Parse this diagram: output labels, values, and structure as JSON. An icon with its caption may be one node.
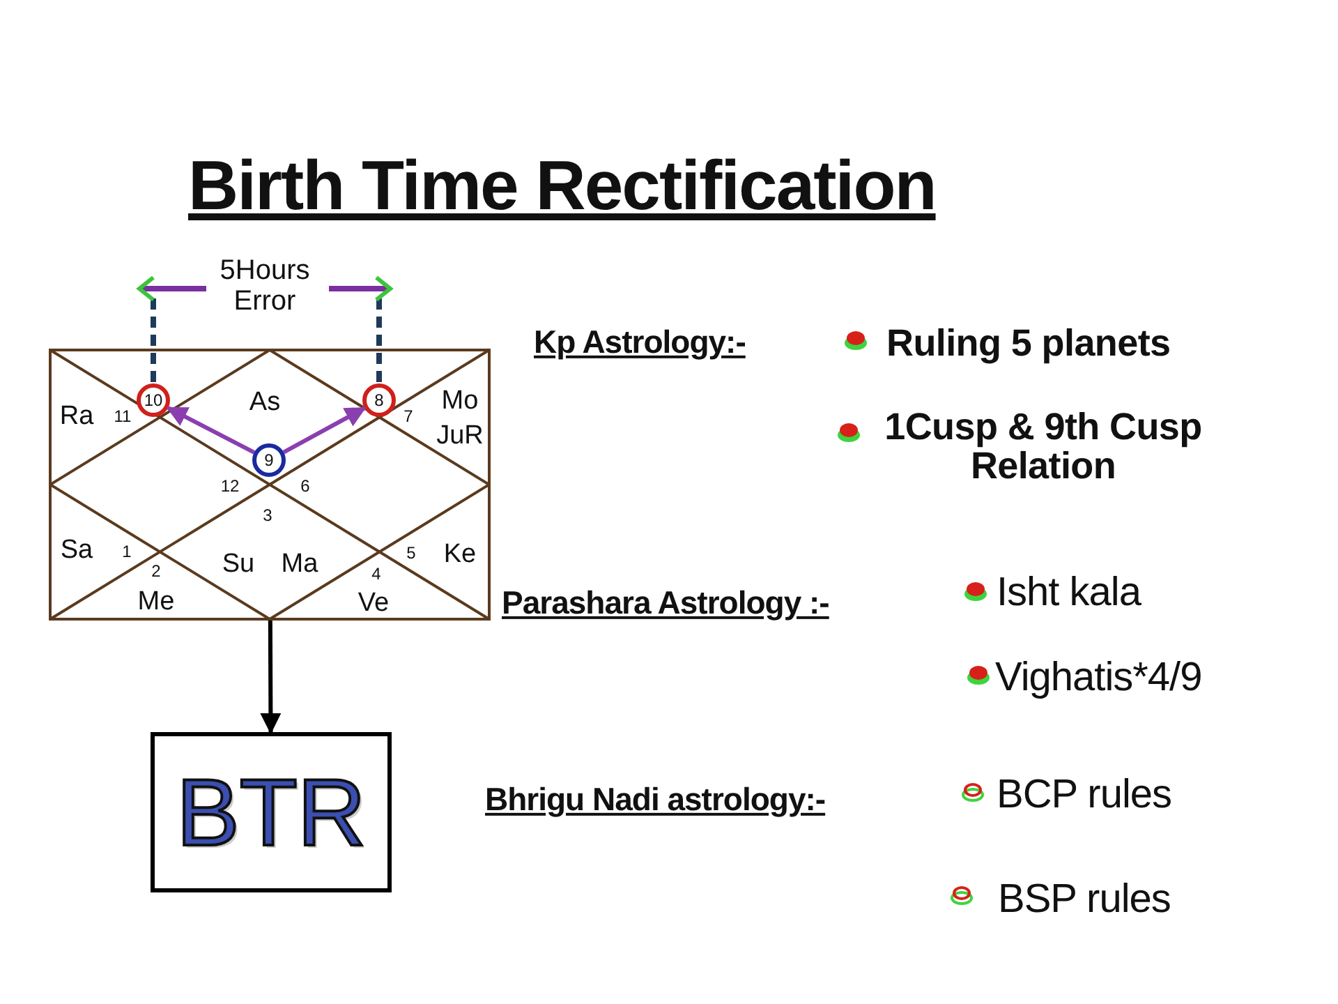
{
  "diagram": {
    "title": "Birth Time Rectification",
    "nodes": [
      {
        "text": [],
        "shape": "box"
      },
      {
        "text": [
          "10"
        ],
        "in": 0
      },
      {
        "text": [
          "8"
        ],
        "in": 0
      },
      {
        "text": [
          "9"
        ],
        "in": 0
      },
      {
        "text": [
          "BTR"
        ]
      }
    ],
    "edges": [
      {
        "from": 0,
        "to": 4,
        "arrow": "to",
        "color": "#000000"
      },
      {
        "from": 3,
        "to": 1,
        "arrow": "to",
        "color": "#8a3fb0"
      },
      {
        "from": 3,
        "to": 2,
        "arrow": "to",
        "color": "#8a3fb0"
      }
    ],
    "labels": [
      "5Hours Error",
      "Ra",
      "11",
      "As",
      "Mo",
      "7",
      "JuR",
      "12",
      "6",
      "3",
      "Sa",
      "1",
      "5",
      "Ke",
      "2",
      "Su",
      "Ma",
      "4",
      "Me",
      "Ve",
      "Kp Astrology:-",
      "Ruling 5 planets",
      "1Cusp & 9th Cusp Relation",
      "Parashara Astrology :-",
      "Isht kala",
      "Vighatis*4/9",
      "Bhrigu Nadi astrology:-",
      "BCP rules",
      "BSP rules"
    ]
  }
}
